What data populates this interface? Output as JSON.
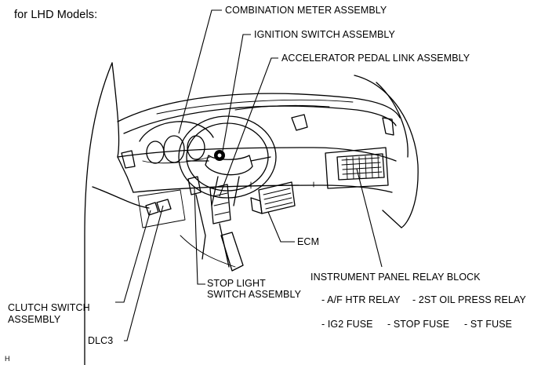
{
  "header": "for LHD Models:",
  "labels": {
    "combination_meter": "COMBINATION METER ASSEMBLY",
    "ignition_switch": "IGNITION SWITCH ASSEMBLY",
    "accelerator_link": "ACCELERATOR PEDAL LINK ASSEMBLY",
    "ecm": "ECM",
    "relay_block": "INSTRUMENT PANEL RELAY BLOCK",
    "stop_light_line1": "STOP LIGHT",
    "stop_light_line2": "SWITCH ASSEMBLY",
    "clutch_line1": "CLUTCH SWITCH",
    "clutch_line2": "ASSEMBLY",
    "dlc3": "DLC3"
  },
  "relay_items": {
    "row1": [
      "- A/F HTR RELAY",
      "- 2ST OIL PRESS RELAY"
    ],
    "row2": [
      "- IG2 FUSE",
      "- STOP FUSE",
      "- ST FUSE"
    ]
  },
  "corner_mark": "H"
}
